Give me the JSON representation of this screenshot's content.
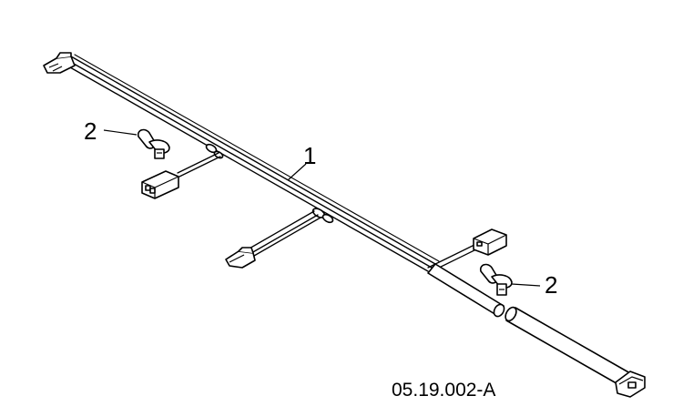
{
  "figure": {
    "reference_code": "05.19.002-A",
    "callouts": [
      {
        "id": "harness",
        "number": "1"
      },
      {
        "id": "clip-upper-left",
        "number": "2"
      },
      {
        "id": "clip-lower-right",
        "number": "2"
      }
    ],
    "colors": {
      "line": "#000000",
      "background": "#ffffff"
    }
  }
}
